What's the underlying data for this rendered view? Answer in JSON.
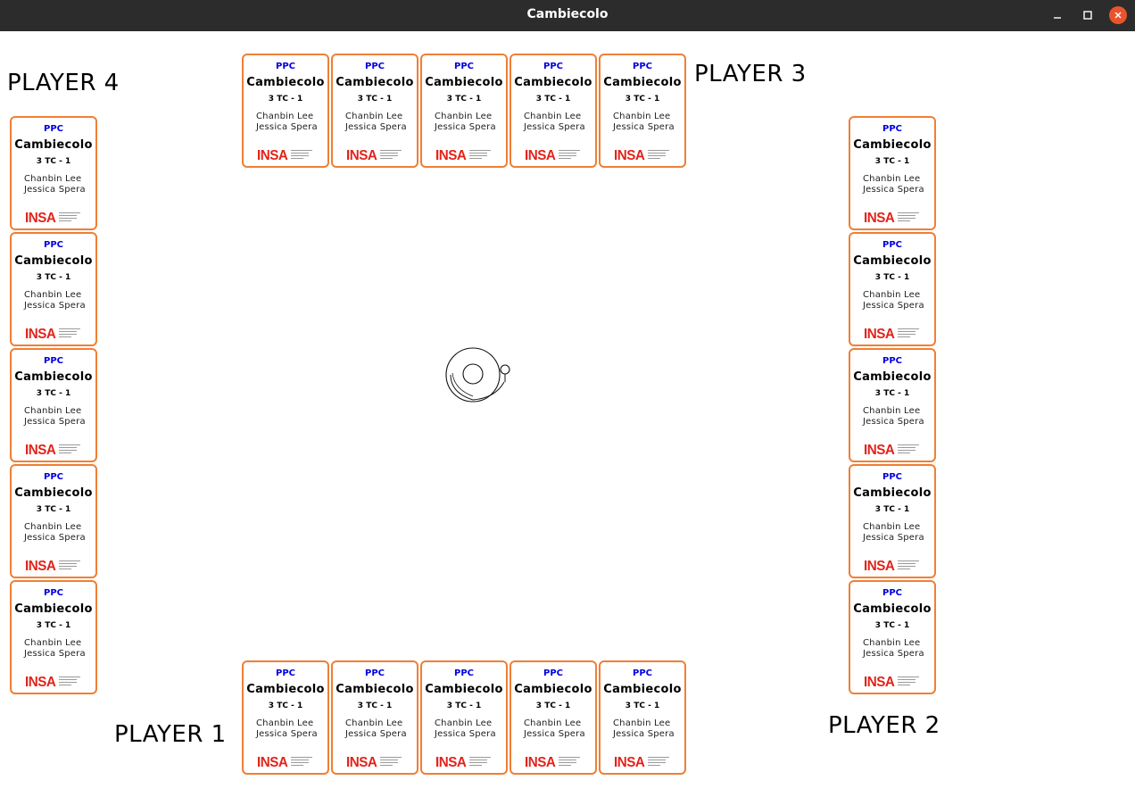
{
  "window": {
    "title": "Cambiecolo",
    "minimize_icon": "minimize-icon",
    "maximize_icon": "maximize-icon",
    "close_icon": "close-icon",
    "close_color": "#e9542c"
  },
  "players": {
    "p1": {
      "label": "PLAYER 1"
    },
    "p2": {
      "label": "PLAYER 2"
    },
    "p3": {
      "label": "PLAYER 3"
    },
    "p4": {
      "label": "PLAYER 4"
    }
  },
  "card": {
    "course": "PPC",
    "name": "Cambiecolo",
    "group": "3 TC - 1",
    "author1": "Chanbin Lee",
    "author2": "Jessica Spera",
    "logo": "INSA",
    "border_color": "#ef7f36",
    "course_color": "#0000e0",
    "logo_color": "#e2231a"
  },
  "center": {
    "icon": "bell-icon"
  }
}
